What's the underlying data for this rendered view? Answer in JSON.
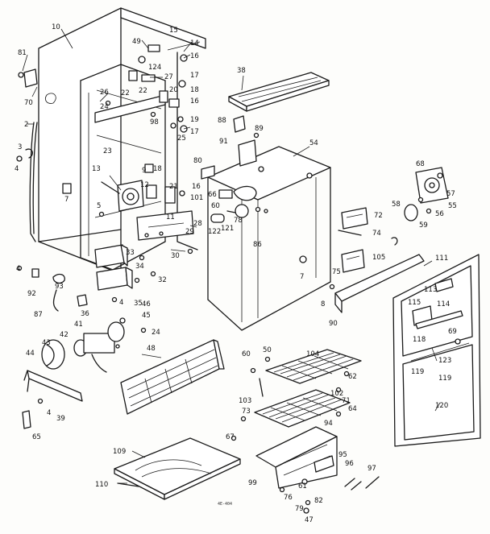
{
  "stamp": "4E-404",
  "callouts": [
    {
      "id": "c-10",
      "text": "10"
    },
    {
      "id": "c-81",
      "text": "81"
    },
    {
      "id": "c-70",
      "text": "70"
    },
    {
      "id": "c-2",
      "text": "2"
    },
    {
      "id": "c-3",
      "text": "3"
    },
    {
      "id": "c-4a",
      "text": "4"
    },
    {
      "id": "c-7a",
      "text": "7"
    },
    {
      "id": "c-49",
      "text": "49"
    },
    {
      "id": "c-15",
      "text": "15"
    },
    {
      "id": "c-14",
      "text": "14"
    },
    {
      "id": "c-124",
      "text": "124"
    },
    {
      "id": "c-16a",
      "text": "16"
    },
    {
      "id": "c-17a",
      "text": "17"
    },
    {
      "id": "c-27",
      "text": "27"
    },
    {
      "id": "c-26",
      "text": "26"
    },
    {
      "id": "c-22a",
      "text": "22"
    },
    {
      "id": "c-22b",
      "text": "22"
    },
    {
      "id": "c-20",
      "text": "20"
    },
    {
      "id": "c-18a",
      "text": "18"
    },
    {
      "id": "c-16b",
      "text": "16"
    },
    {
      "id": "c-19",
      "text": "19"
    },
    {
      "id": "c-24a",
      "text": "24"
    },
    {
      "id": "c-98a",
      "text": "98"
    },
    {
      "id": "c-25",
      "text": "25"
    },
    {
      "id": "c-17b",
      "text": "17"
    },
    {
      "id": "c-23",
      "text": "23"
    },
    {
      "id": "c-9",
      "text": "9"
    },
    {
      "id": "c-18b",
      "text": "18"
    },
    {
      "id": "c-13",
      "text": "13"
    },
    {
      "id": "c-12",
      "text": "12"
    },
    {
      "id": "c-21",
      "text": "21"
    },
    {
      "id": "c-16c",
      "text": "16"
    },
    {
      "id": "c-101",
      "text": "101"
    },
    {
      "id": "c-11",
      "text": "11"
    },
    {
      "id": "c-5",
      "text": "5"
    },
    {
      "id": "c-28",
      "text": "28"
    },
    {
      "id": "c-29",
      "text": "29"
    },
    {
      "id": "c-30",
      "text": "30"
    },
    {
      "id": "c-33",
      "text": "33"
    },
    {
      "id": "c-34",
      "text": "34"
    },
    {
      "id": "c-32",
      "text": "32"
    },
    {
      "id": "c-4b",
      "text": "4"
    },
    {
      "id": "c-92",
      "text": "92"
    },
    {
      "id": "c-93",
      "text": "93"
    },
    {
      "id": "c-87",
      "text": "87"
    },
    {
      "id": "c-36",
      "text": "36"
    },
    {
      "id": "c-4c",
      "text": "4"
    },
    {
      "id": "c-35",
      "text": "35"
    },
    {
      "id": "c-46",
      "text": "46"
    },
    {
      "id": "c-45",
      "text": "45"
    },
    {
      "id": "c-41",
      "text": "41"
    },
    {
      "id": "c-42",
      "text": "42"
    },
    {
      "id": "c-43",
      "text": "43"
    },
    {
      "id": "c-44",
      "text": "44"
    },
    {
      "id": "c-24b",
      "text": "24"
    },
    {
      "id": "c-39",
      "text": "39"
    },
    {
      "id": "c-4d",
      "text": "4"
    },
    {
      "id": "c-65",
      "text": "65"
    },
    {
      "id": "c-48",
      "text": "48"
    },
    {
      "id": "c-38",
      "text": "38"
    },
    {
      "id": "c-88",
      "text": "88"
    },
    {
      "id": "c-89",
      "text": "89"
    },
    {
      "id": "c-91",
      "text": "91"
    },
    {
      "id": "c-80",
      "text": "80"
    },
    {
      "id": "c-54",
      "text": "54"
    },
    {
      "id": "c-66",
      "text": "66"
    },
    {
      "id": "c-60a",
      "text": "60"
    },
    {
      "id": "c-78",
      "text": "78"
    },
    {
      "id": "c-122",
      "text": "122"
    },
    {
      "id": "c-121",
      "text": "121"
    },
    {
      "id": "c-86",
      "text": "86"
    },
    {
      "id": "c-7b",
      "text": "7"
    },
    {
      "id": "c-8",
      "text": "8"
    },
    {
      "id": "c-72",
      "text": "72"
    },
    {
      "id": "c-74",
      "text": "74"
    },
    {
      "id": "c-75",
      "text": "75"
    },
    {
      "id": "c-105",
      "text": "105"
    },
    {
      "id": "c-90",
      "text": "90"
    },
    {
      "id": "c-68",
      "text": "68"
    },
    {
      "id": "c-57",
      "text": "57"
    },
    {
      "id": "c-58",
      "text": "58"
    },
    {
      "id": "c-56",
      "text": "56"
    },
    {
      "id": "c-55",
      "text": "55"
    },
    {
      "id": "c-59",
      "text": "59"
    },
    {
      "id": "c-111",
      "text": "111"
    },
    {
      "id": "c-113",
      "text": "113"
    },
    {
      "id": "c-115",
      "text": "115"
    },
    {
      "id": "c-114",
      "text": "114"
    },
    {
      "id": "c-69",
      "text": "69"
    },
    {
      "id": "c-118",
      "text": "118"
    },
    {
      "id": "c-123",
      "text": "123"
    },
    {
      "id": "c-119a",
      "text": "119"
    },
    {
      "id": "c-119b",
      "text": "119"
    },
    {
      "id": "c-120",
      "text": "120"
    },
    {
      "id": "c-60b",
      "text": "60"
    },
    {
      "id": "c-50",
      "text": "50"
    },
    {
      "id": "c-104",
      "text": "104"
    },
    {
      "id": "c-62",
      "text": "62"
    },
    {
      "id": "c-71",
      "text": "71"
    },
    {
      "id": "c-103",
      "text": "103"
    },
    {
      "id": "c-102",
      "text": "102"
    },
    {
      "id": "c-73",
      "text": "73"
    },
    {
      "id": "c-64",
      "text": "64"
    },
    {
      "id": "c-94",
      "text": "94"
    },
    {
      "id": "c-67",
      "text": "67"
    },
    {
      "id": "c-95",
      "text": "95"
    },
    {
      "id": "c-99",
      "text": "99"
    },
    {
      "id": "c-76",
      "text": "76"
    },
    {
      "id": "c-61",
      "text": "61"
    },
    {
      "id": "c-96",
      "text": "96"
    },
    {
      "id": "c-97",
      "text": "97"
    },
    {
      "id": "c-82",
      "text": "82"
    },
    {
      "id": "c-79",
      "text": "79"
    },
    {
      "id": "c-47",
      "text": "47"
    },
    {
      "id": "c-109",
      "text": "109"
    },
    {
      "id": "c-110",
      "text": "110"
    }
  ]
}
